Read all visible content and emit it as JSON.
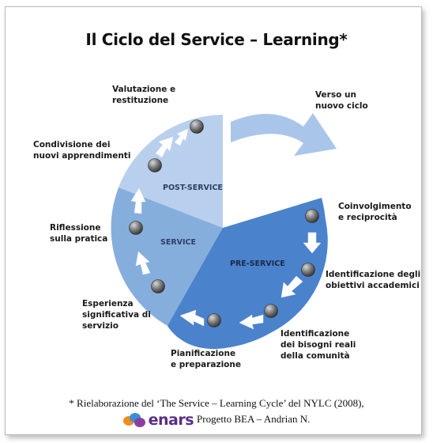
{
  "title": "Il Ciclo del Service – Learning*",
  "phases": {
    "post_service": "POST-SERVICE",
    "service": "SERVICE",
    "pre_service": "PRE-SERVICE"
  },
  "steps": {
    "valutazione": "Valutazione e\nrestituzione",
    "verso": "Verso un\nnuovo ciclo",
    "condivisione": "Condivisione dei\nnuovi apprendimenti",
    "coinvolgimento": "Coinvolgimento\ne reciprocità",
    "riflessione": "Riflessione\nsulla pratica",
    "identificazione_obiettivi": "Identificazione degli\nobiettivi accademici",
    "esperienza": "Esperienza\nsignificativa di\nservizio",
    "identificazione_bisogni": "Identificazione\ndei bisogni reali\ndella comunità",
    "pianificazione": "Pianificazione\ne preparazione"
  },
  "footnote": {
    "asterisk": "*",
    "text": "Rielaborazione del ‘The Service – Learning Cycle’ del NYLC (2008),",
    "logo_text": "enars",
    "credit": "Progetto BEA – Andrian N."
  },
  "colors": {
    "pre_service": "#4a82cc",
    "service": "#7fa8da",
    "post_service": "#b9cfee",
    "arrow_tail": "#a9c6ea",
    "node": "#777777"
  }
}
